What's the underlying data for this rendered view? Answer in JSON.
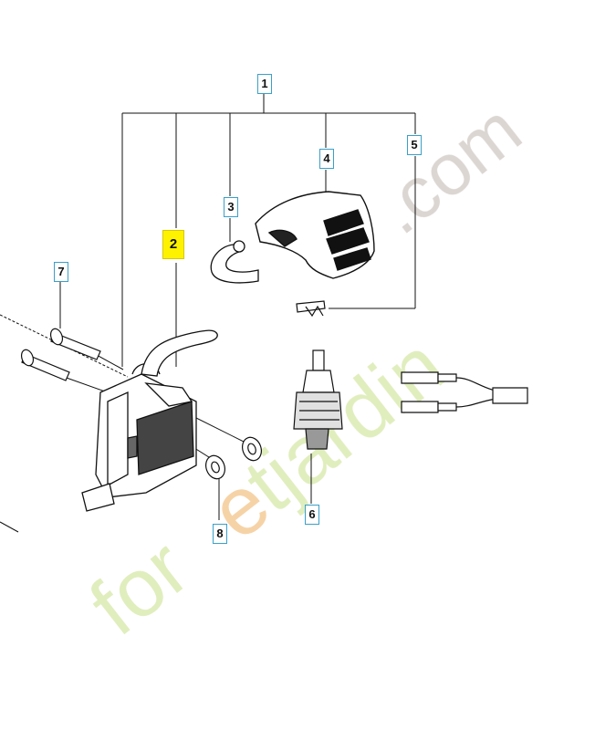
{
  "callouts": {
    "c1": "1",
    "c2": "2",
    "c3": "3",
    "c4": "4",
    "c5": "5",
    "c6": "6",
    "c7": "7",
    "c8": "8"
  },
  "colors": {
    "highlight": "#fff200",
    "callout_border": "#3aa0c8",
    "line": "#111111",
    "watermark_green": "#d6e8a8",
    "watermark_orange": "#f3c48a",
    "watermark_gray": "#cfc9c3"
  },
  "highlighted_callout": "2",
  "watermark": {
    "text_green": "for",
    "text_orange": "e",
    "text_green2": "tjardin",
    "text_gray": ".com"
  }
}
